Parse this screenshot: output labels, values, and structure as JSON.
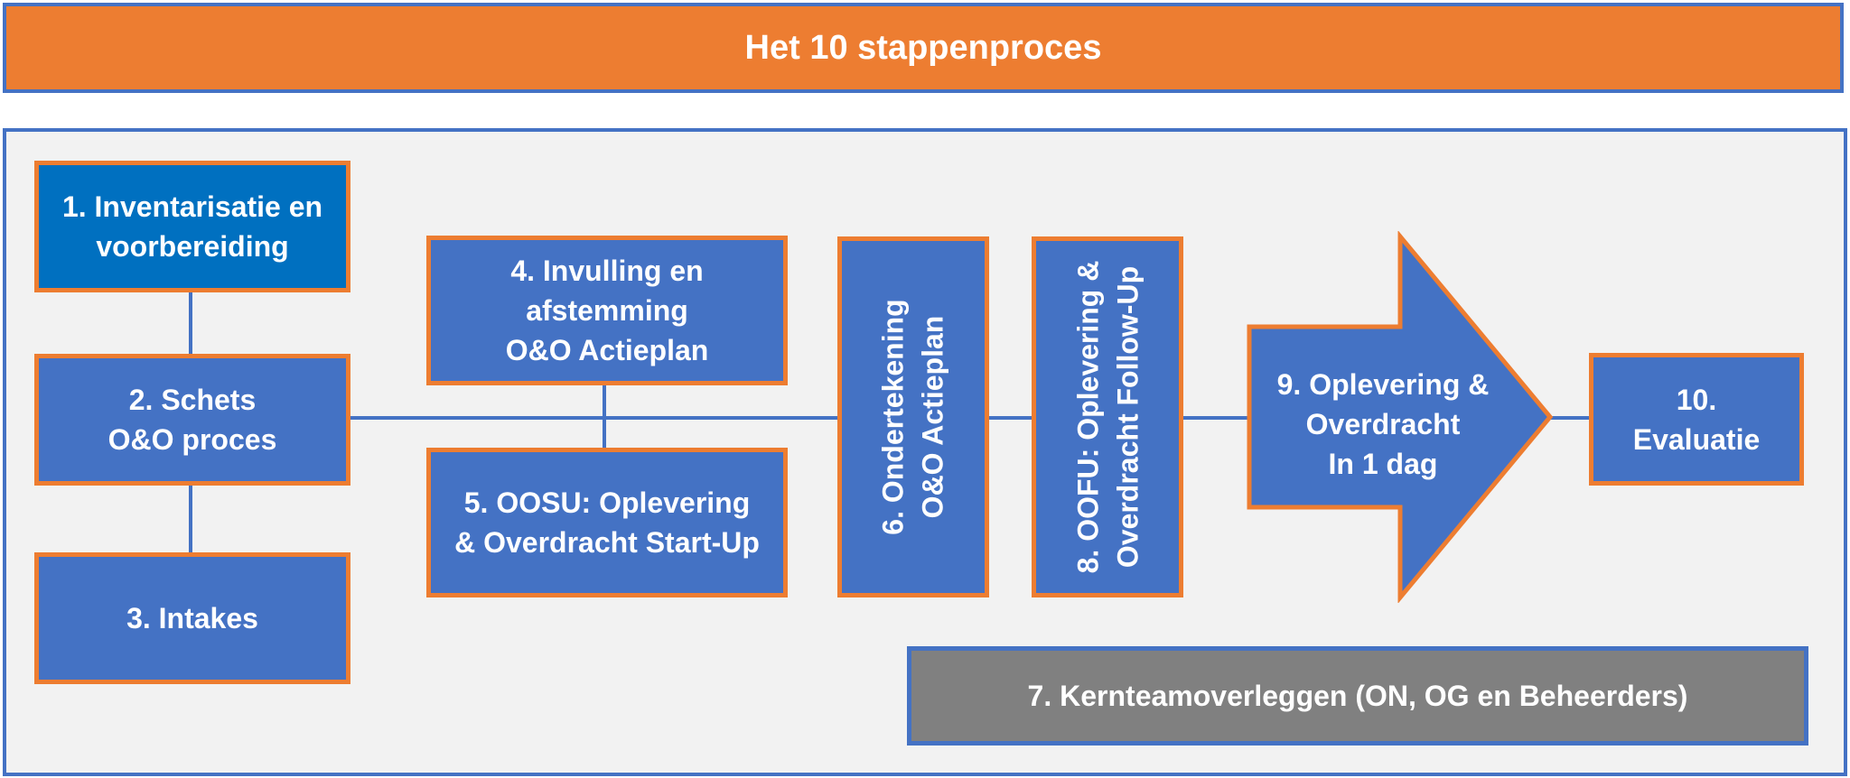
{
  "title": "Het 10 stappenproces",
  "steps": {
    "s1": "1. Inventarisatie en\nvoorbereiding",
    "s2": "2. Schets\nO&O proces",
    "s3": "3. Intakes",
    "s4": "4. Invulling en\nafstemming\nO&O Actieplan",
    "s5": "5. OOSU: Oplevering\n& Overdracht Start-Up",
    "s6": "6. Ondertekening\nO&O Actieplan",
    "s7": "7. Kernteamoverleggen (ON, OG en Beheerders)",
    "s8": "8. OOFU: Oplevering &\nOverdracht Follow-Up",
    "s9": "9. Oplevering &\nOverdracht\nIn 1 dag",
    "s10": "10.\nEvaluatie"
  },
  "colors": {
    "accent_orange": "#ED7D31",
    "box_blue": "#4472C4",
    "dark_blue": "#0070C0",
    "gray": "#808080",
    "panel_bg": "#F2F2F2"
  }
}
